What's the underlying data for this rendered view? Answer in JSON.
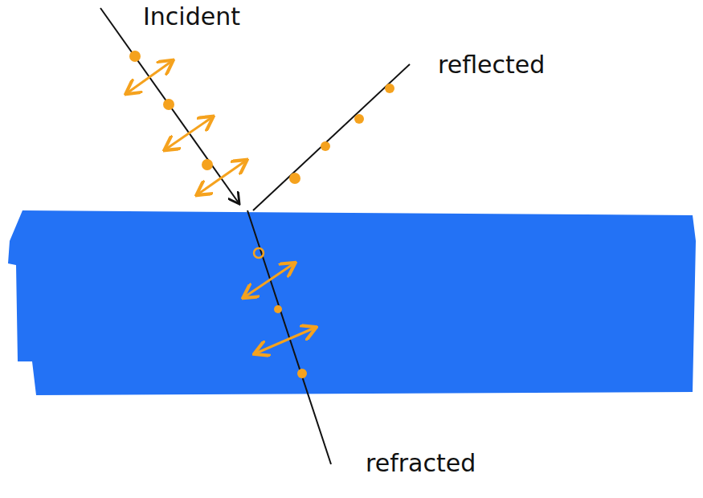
{
  "diagram": {
    "labels": [
      "Incident",
      "reflected",
      "refracted"
    ]
  }
}
